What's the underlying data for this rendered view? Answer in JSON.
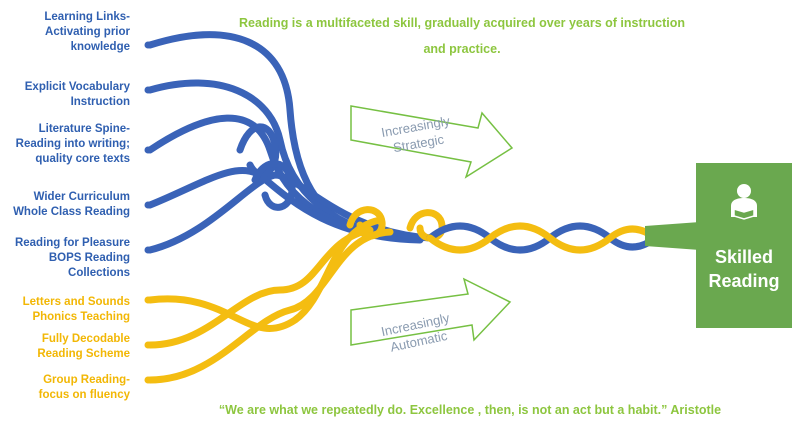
{
  "title": "Reading is a multifaceted skill, gradually acquired over years of instruction and practice.",
  "strands_upper": [
    {
      "line1": "Learning Links-",
      "line2": "Activating prior",
      "line3": "knowledge"
    },
    {
      "line1": "Explicit Vocabulary",
      "line2": "Instruction",
      "line3": ""
    },
    {
      "line1": "Literature Spine-",
      "line2": "Reading into writing;",
      "line3": "quality core texts"
    },
    {
      "line1": "Wider Curriculum",
      "line2": "Whole Class Reading",
      "line3": ""
    },
    {
      "line1": "Reading for Pleasure",
      "line2": "BOPS Reading",
      "line3": "Collections"
    }
  ],
  "strands_lower": [
    {
      "line1": "Letters and Sounds",
      "line2": "Phonics Teaching"
    },
    {
      "line1": "Fully Decodable",
      "line2": "Reading Scheme"
    },
    {
      "line1": "Group Reading-",
      "line2": "focus on fluency"
    }
  ],
  "arrow_upper": {
    "line1": "Increasingly",
    "line2": "Strategic"
  },
  "arrow_lower": {
    "line1": "Increasingly",
    "line2": "Automatic"
  },
  "outcome": {
    "line1": "Skilled",
    "line2": "Reading",
    "icon": "reader-icon"
  },
  "quote": "“We are what we repeatedly do. Excellence , then, is not an act but a habit.” Aristotle",
  "colors": {
    "blue": "#3a63b8",
    "gold": "#f4bd11",
    "green": "#6aa84f",
    "title_green": "#8dc63f"
  }
}
